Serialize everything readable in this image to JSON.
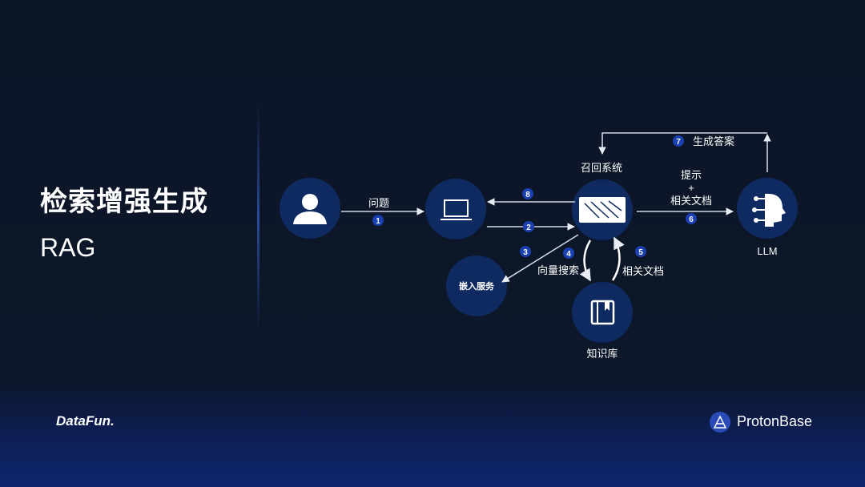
{
  "slide": {
    "title": "检索增强生成",
    "subtitle": "RAG"
  },
  "nodes": {
    "user": "user-icon",
    "client": "laptop-icon",
    "retrieval": "召回系统",
    "llm": "LLM",
    "embedding": "嵌入服务",
    "knowledge_base": "知识库"
  },
  "edges": {
    "e1": {
      "num": "1",
      "label": "问题"
    },
    "e2": {
      "num": "2"
    },
    "e3": {
      "num": "3"
    },
    "e4": {
      "num": "4",
      "label": "向量搜索"
    },
    "e5": {
      "num": "5",
      "label": "相关文档"
    },
    "e6": {
      "num": "6",
      "label_line1": "提示",
      "label_line2": "+",
      "label_line3": "相关文档"
    },
    "e7": {
      "num": "7",
      "label": "生成答案"
    },
    "e8": {
      "num": "8"
    }
  },
  "footer": {
    "left_logo": "DataFun.",
    "right_logo": "ProtonBase"
  },
  "colors": {
    "node": "#0f2a60",
    "badge": "#1a3fb0",
    "background": "#0d1627"
  }
}
